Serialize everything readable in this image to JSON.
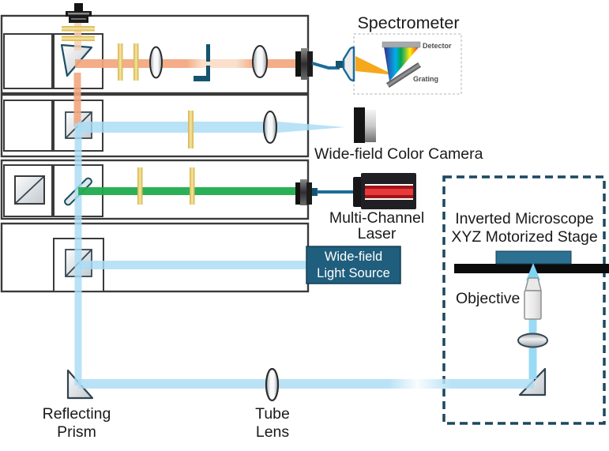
{
  "labels": {
    "spectrometer": "Spectrometer",
    "detector": "Detector",
    "grating": "Grating",
    "wide_field_color_camera": "Wide-field Color Camera",
    "multi_channel": "Multi-Channel",
    "laser": "Laser",
    "wide_field": "Wide-field",
    "light_source": "Light Source",
    "inverted_microscope": "Inverted Microscope",
    "xyz_motorized_stage": "XYZ Motorized Stage",
    "objective": "Objective",
    "reflecting": "Reflecting",
    "prism": "Prism",
    "tube": "Tube",
    "lens": "Lens"
  },
  "colors": {
    "beam_orange": "#f2a67e",
    "beam_orange_faint": "#f7d0b5",
    "beam_blue": "#a9dcf4",
    "beam_cyan": "#8ed7f3",
    "beam_cyan_cone": "#7fd4f2",
    "beam_green": "#21ac4e",
    "filter_yellow": "#e7c75b",
    "slit_teal": "#15546e",
    "fiber_blue": "#1c6d99",
    "panel_teal": "#205e7d",
    "stage_teal": "#2c7092",
    "laser_red": "#e8393d",
    "laser_red_dark": "#a01418",
    "outline_dark": "#3a3a3a",
    "prism_outline": "#1d4e66",
    "microscope_dash": "#1c4760",
    "yellow_fan": "#f5a81c"
  }
}
